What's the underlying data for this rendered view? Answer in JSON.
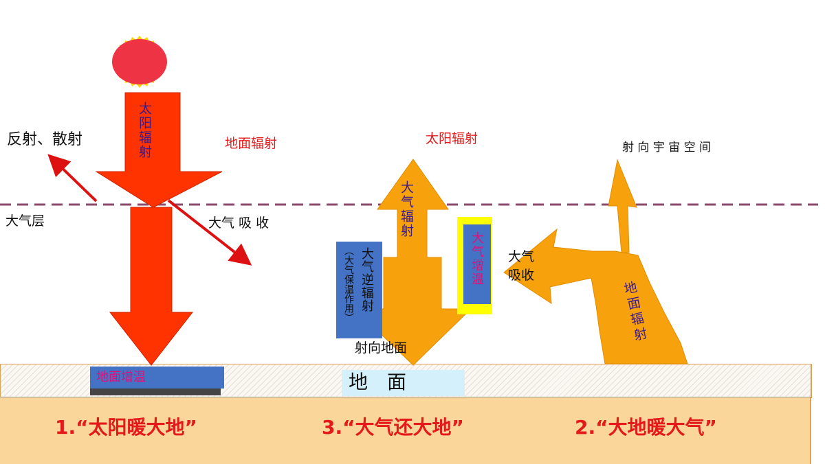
{
  "colors": {
    "solar_arrow": "#ff3300",
    "earth_arrow": "#f7a10d",
    "dashed_line": "#8b4a6b",
    "box_blue": "#4472c4",
    "box_yellow": "#ffff00",
    "ground_fill": "#fad69a",
    "label_red": "#e41a1a",
    "text_purple": "#3b1a8a",
    "text_pink": "#e0107a",
    "ground_label_bg": "#d4f0fb"
  },
  "labels": {
    "solar_radiation_arrow": "太阳辐射",
    "reflect_scatter": "反射、散射",
    "ground_radiation_top": "地面辐射",
    "atmosphere_layer": "大气层",
    "atmosphere_absorb_left": "大气 吸 收",
    "ground_warming": "地面增温",
    "solar_radiation_mid": "太阳辐射",
    "atmosphere_radiation": "大气辐射",
    "atmosphere_counter_radiation": "大气逆辐射",
    "insulation_effect": "（大气保温作用）",
    "toward_ground": "射向地面",
    "ground": "地　面",
    "atmosphere_warming": "大气增温",
    "atmosphere_absorb_right_1": "大气",
    "atmosphere_absorb_right_2": "吸收",
    "to_space": "射 向 宇 宙 空 间",
    "ground_radiation_right": "地面辐射"
  },
  "captions": {
    "left": "1.“太阳暖大地”",
    "middle": "3.“大气还大地”",
    "right": "2.“大地暖大气”"
  }
}
